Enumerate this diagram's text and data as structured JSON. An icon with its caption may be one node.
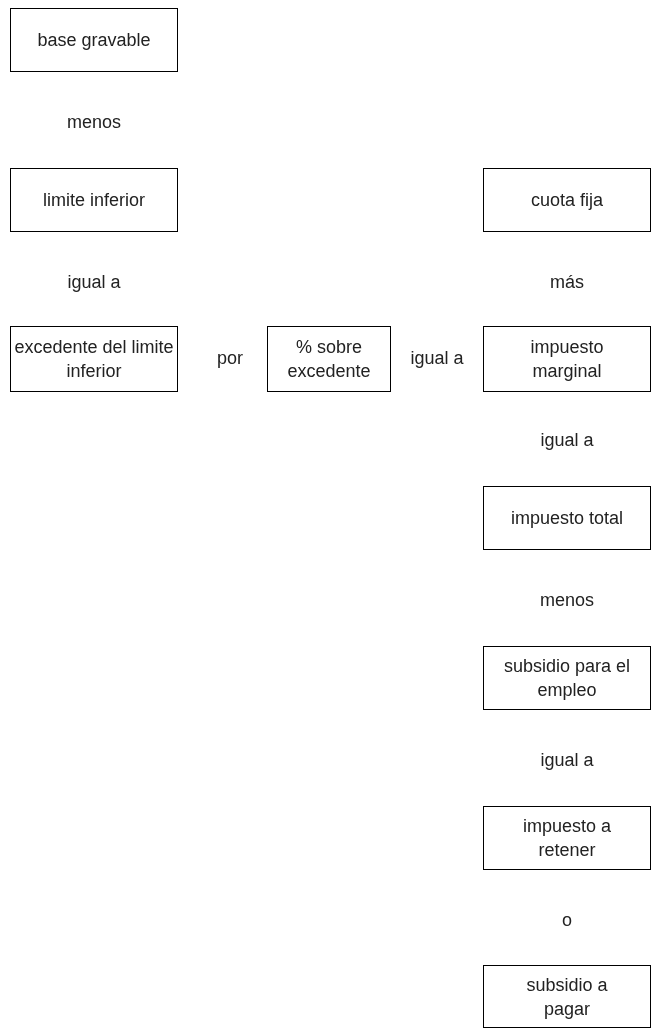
{
  "diagram": {
    "nodes": [
      {
        "text": [
          "base gravable"
        ]
      },
      {
        "text": [
          "limite inferior"
        ]
      },
      {
        "text": [
          "cuota fija"
        ]
      },
      {
        "text": [
          "excedente del limite inferior"
        ]
      },
      {
        "text": [
          "% sobre excedente"
        ]
      },
      {
        "text": [
          "impuesto marginal"
        ]
      },
      {
        "text": [
          "impuesto total"
        ]
      },
      {
        "text": [
          "subsidio para el empleo"
        ]
      },
      {
        "text": [
          "impuesto a retener"
        ]
      },
      {
        "text": [
          "subsidio a pagar"
        ]
      }
    ],
    "edges": [],
    "labels": [
      "menos",
      "igual a",
      "más",
      "por",
      "igual a",
      "igual a",
      "menos",
      "igual a",
      "o"
    ]
  }
}
